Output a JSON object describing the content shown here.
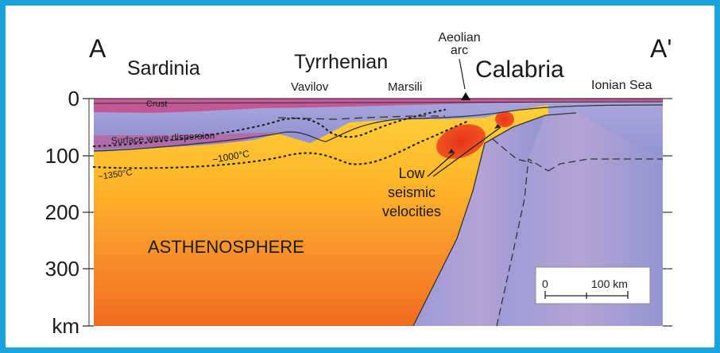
{
  "section_ends": {
    "left": "A",
    "right": "A'"
  },
  "regions": {
    "sardinia": "Sardinia",
    "tyrrhenian": "Tyrrhenian",
    "calabria": "Calabria",
    "ionian_sea": "Ionian Sea"
  },
  "features": {
    "vavilov": "Vavilov",
    "marsili": "Marsili",
    "aeolian_arc_line1": "Aeolian",
    "aeolian_arc_line2": "arc"
  },
  "depth_axis": {
    "tick_0": "0",
    "tick_100": "100",
    "tick_200": "200",
    "tick_300": "300",
    "unit": "km"
  },
  "annotations": {
    "crust": "Crust",
    "surface_wave": "Surface wave dispersion",
    "isotherm_1000": "~1000°C",
    "isotherm_1350": "~1350°C",
    "low_velocities_1": "Low",
    "low_velocities_2": "seismic",
    "low_velocities_3": "velocities",
    "asthenosphere": "ASTHENOSPHERE"
  },
  "scale_bar": {
    "start": "0",
    "end": "100 km"
  },
  "colors": {
    "frame": "#1aa3dd",
    "asthenosphere_hot": "#f06a1e",
    "asthenosphere_warm": "#ffc52a",
    "lithosphere": "#8f90d2",
    "crust": "#c94a8a",
    "low_velocity": "#e8321a"
  }
}
